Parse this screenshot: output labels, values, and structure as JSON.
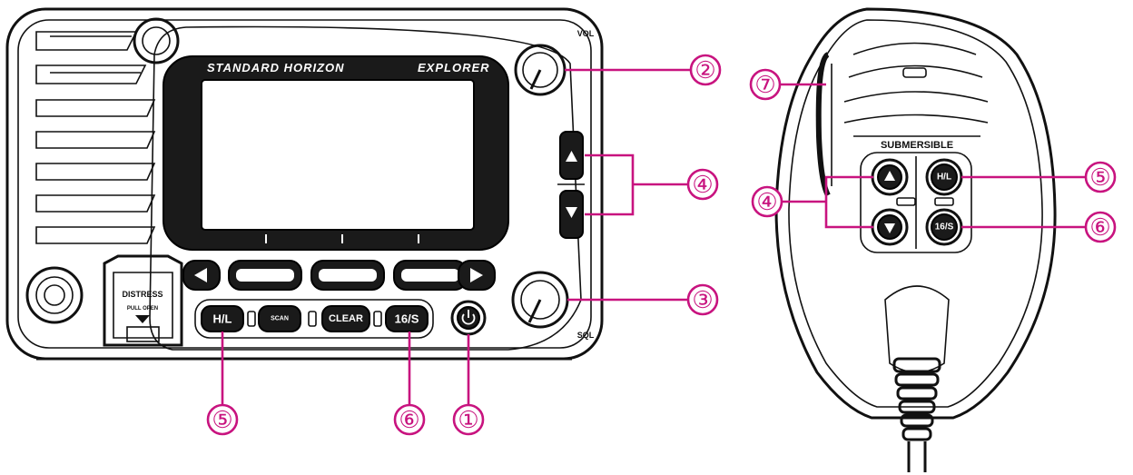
{
  "radio": {
    "brand": "STANDARD HORIZON",
    "model": "EXPLORER",
    "vol_label": "VOL",
    "sql_label": "SQL",
    "distress_label": "DISTRESS",
    "pull_open_label": "PULL OPEN",
    "buttons": {
      "hl": "H/L",
      "scan": "SCAN",
      "clear": "CLEAR",
      "ch16": "16/S"
    }
  },
  "mic": {
    "brand": "SUBMERSIBLE",
    "buttons": {
      "hl": "H/L",
      "ch16": "16/S"
    }
  },
  "callouts": {
    "c1": "①",
    "c2": "②",
    "c3": "③",
    "c4_radio": "④",
    "c4_mic": "④",
    "c5_radio": "⑤",
    "c5_mic": "⑤",
    "c6_radio": "⑥",
    "c6_mic": "⑥",
    "c7": "⑦"
  },
  "colors": {
    "callout": "#c8137f",
    "ink": "#111111"
  }
}
